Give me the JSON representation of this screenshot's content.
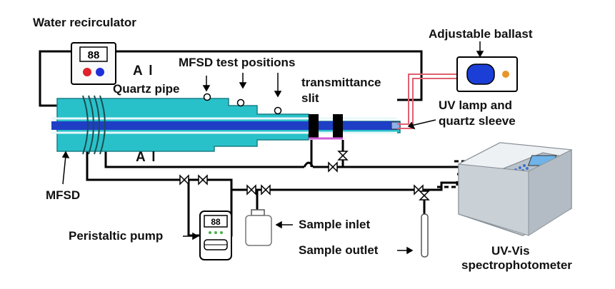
{
  "labels": {
    "water_recirculator": "Water recirculator",
    "al_top": "A l",
    "mfsd_test_positions": "MFSD test positions",
    "quartz_pipe": "Quartz pipe",
    "transmittance": "transmittance",
    "slit": "slit",
    "adjustable_ballast": "Adjustable ballast",
    "uv_lamp": "UV lamp and",
    "quartz_sleeve": "quartz sleeve",
    "al_bottom": "A l",
    "mfsd": "MFSD",
    "peristaltic_pump": "Peristaltic pump",
    "sample_inlet": "Sample inlet",
    "sample_outlet": "Sample outlet",
    "uvvis_line1": "UV-Vis",
    "uvvis_line2": "spectrophotometer"
  },
  "displays": {
    "recirculator_display": "88",
    "pump_display": "88"
  },
  "colors": {
    "reactor_fill": "#29c1c9",
    "lamp_blue": "#1f3ec6",
    "line": "#000000",
    "lamp_wire": "#e06070",
    "slit_pink": "#d05cd8",
    "ballast_blue": "#1b3fd6",
    "ballast_orange": "#e8942a",
    "dot_red": "#e0202a",
    "dot_blue": "#2030d8"
  }
}
